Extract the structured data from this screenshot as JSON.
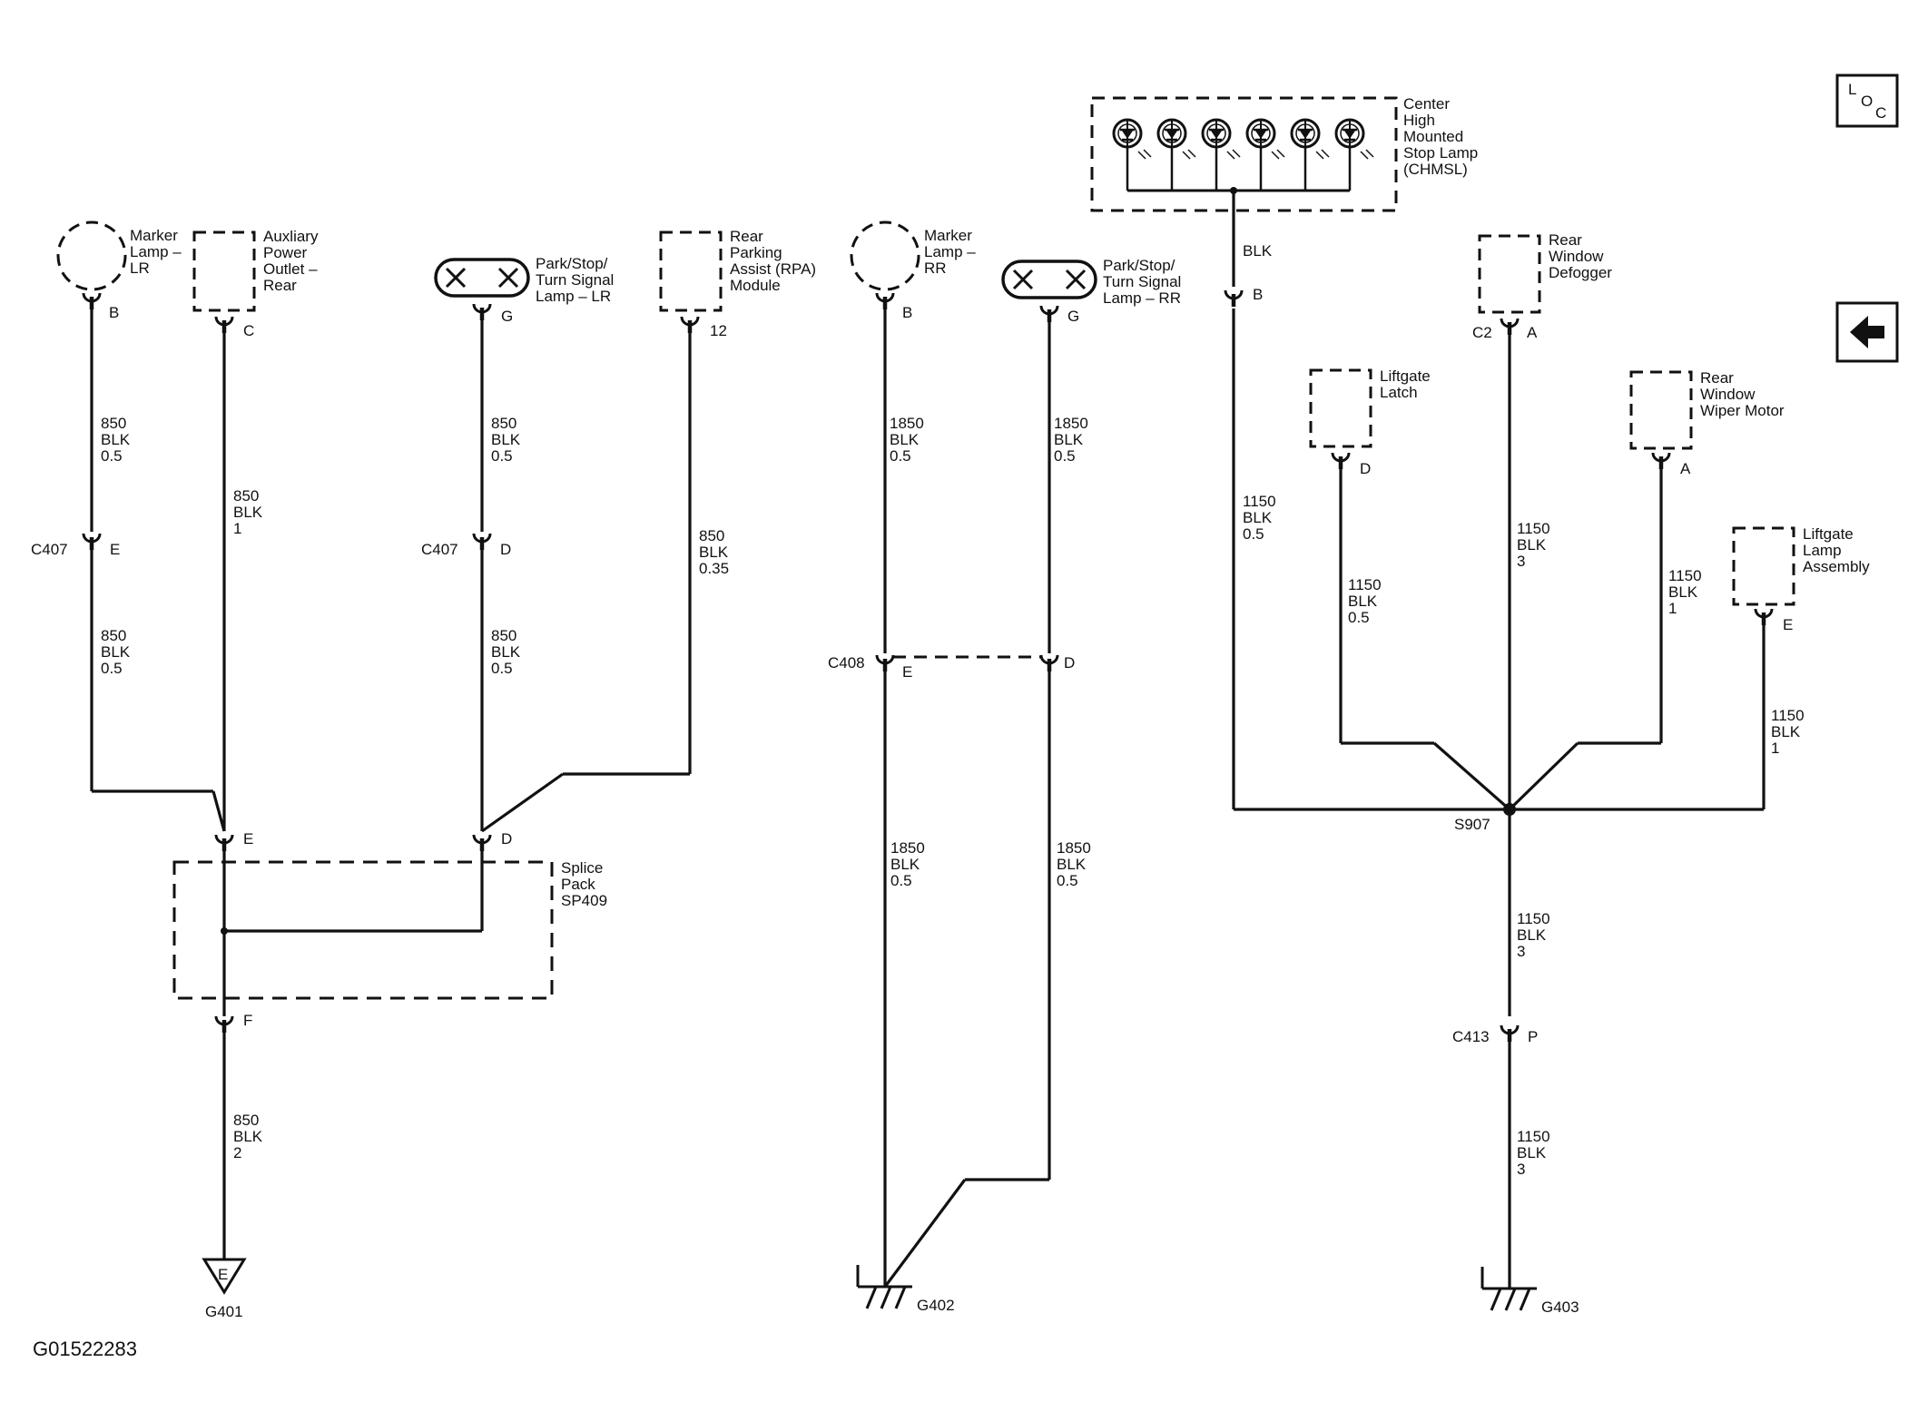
{
  "components": {
    "marker_lr": [
      "Marker",
      "Lamp –",
      "LR"
    ],
    "aux_power": [
      "Auxliary",
      "Power",
      "Outlet –",
      "Rear"
    ],
    "park_lr": [
      "Park/Stop/",
      "Turn Signal",
      "Lamp – LR"
    ],
    "rpa_module": [
      "Rear",
      "Parking",
      "Assist (RPA)",
      "Module"
    ],
    "marker_rr": [
      "Marker",
      "Lamp –",
      "RR"
    ],
    "park_rr": [
      "Park/Stop/",
      "Turn Signal",
      "Lamp – RR"
    ],
    "chmsl": [
      "Center",
      "High",
      "Mounted",
      "Stop Lamp",
      "(CHMSL)"
    ],
    "rear_defogger": [
      "Rear",
      "Window",
      "Defogger"
    ],
    "liftgate_latch": [
      "Liftgate",
      "Latch"
    ],
    "wiper_motor": [
      "Rear",
      "Window",
      "Wiper Motor"
    ],
    "liftgate_lamp": [
      "Liftgate",
      "Lamp",
      "Assembly"
    ],
    "splice_pack": [
      "Splice",
      "Pack",
      "SP409"
    ]
  },
  "pins": {
    "marker_lr": "B",
    "aux_power": "C",
    "park_lr": "G",
    "rpa_module": "12",
    "marker_rr": "B",
    "park_rr": "G",
    "chmsl": "B",
    "defogger_conn": "C2",
    "defogger_pin": "A",
    "liftgate_latch": "D",
    "wiper_motor": "A",
    "liftgate_lamp": "E",
    "sp409_in_left": "E",
    "sp409_in_right": "D",
    "sp409_out": "F"
  },
  "connectors": {
    "c407_left": {
      "name": "C407",
      "pin": "E"
    },
    "c407_right": {
      "name": "C407",
      "pin": "D"
    },
    "c408": {
      "name": "C408",
      "pin_left": "E",
      "pin_right": "D"
    },
    "c413": {
      "name": "C413",
      "pin": "P"
    }
  },
  "wires": {
    "w1": [
      "850",
      "BLK",
      "0.5"
    ],
    "w2": [
      "850",
      "BLK",
      "1"
    ],
    "w3": [
      "850",
      "BLK",
      "0.5"
    ],
    "w4": [
      "850",
      "BLK",
      "0.35"
    ],
    "w5": [
      "850",
      "BLK",
      "0.5"
    ],
    "w6": [
      "850",
      "BLK",
      "0.5"
    ],
    "w7": [
      "850",
      "BLK",
      "2"
    ],
    "w8": [
      "1850",
      "BLK",
      "0.5"
    ],
    "w9": [
      "1850",
      "BLK",
      "0.5"
    ],
    "w10": [
      "1850",
      "BLK",
      "0.5"
    ],
    "w11": [
      "1850",
      "BLK",
      "0.5"
    ],
    "chmsl_color": "BLK",
    "w12": [
      "1150",
      "BLK",
      "0.5"
    ],
    "w13": [
      "1150",
      "BLK",
      "0.5"
    ],
    "w14": [
      "1150",
      "BLK",
      "3"
    ],
    "w15": [
      "1150",
      "BLK",
      "1"
    ],
    "w16": [
      "1150",
      "BLK",
      "1"
    ],
    "w17": [
      "1150",
      "BLK",
      "3"
    ],
    "w18": [
      "1150",
      "BLK",
      "3"
    ]
  },
  "splice_s907": "S907",
  "grounds": {
    "g401": "G401",
    "g401_symbol": "E",
    "g402": "G402",
    "g403": "G403"
  },
  "loc_button": {
    "l": "L",
    "o": "O",
    "c": "C"
  },
  "back_button": "back-arrow-icon",
  "figure_id": "G01522283"
}
